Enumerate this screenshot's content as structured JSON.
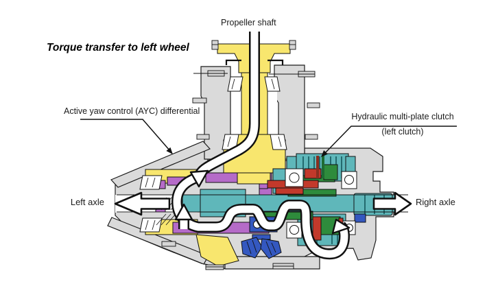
{
  "title": "Torque transfer to left wheel",
  "labels": {
    "propeller_shaft": "Propeller shaft",
    "ayc_differential": "Active yaw control (AYC) differential",
    "clutch_line1": "Hydraulic multi-plate clutch",
    "clutch_line2": "(left clutch)",
    "left_axle": "Left axle",
    "right_axle": "Right axle"
  },
  "colors": {
    "housing_gray": "#dadada",
    "gear_yellow": "#f8e66e",
    "diff_purple": "#b56bc8",
    "clutch_teal": "#5fb7ba",
    "part_green": "#2e8b3c",
    "part_red": "#c2392b",
    "gear_blue": "#3458c0",
    "flow_white": "#ffffff",
    "outline_black": "#111111"
  }
}
